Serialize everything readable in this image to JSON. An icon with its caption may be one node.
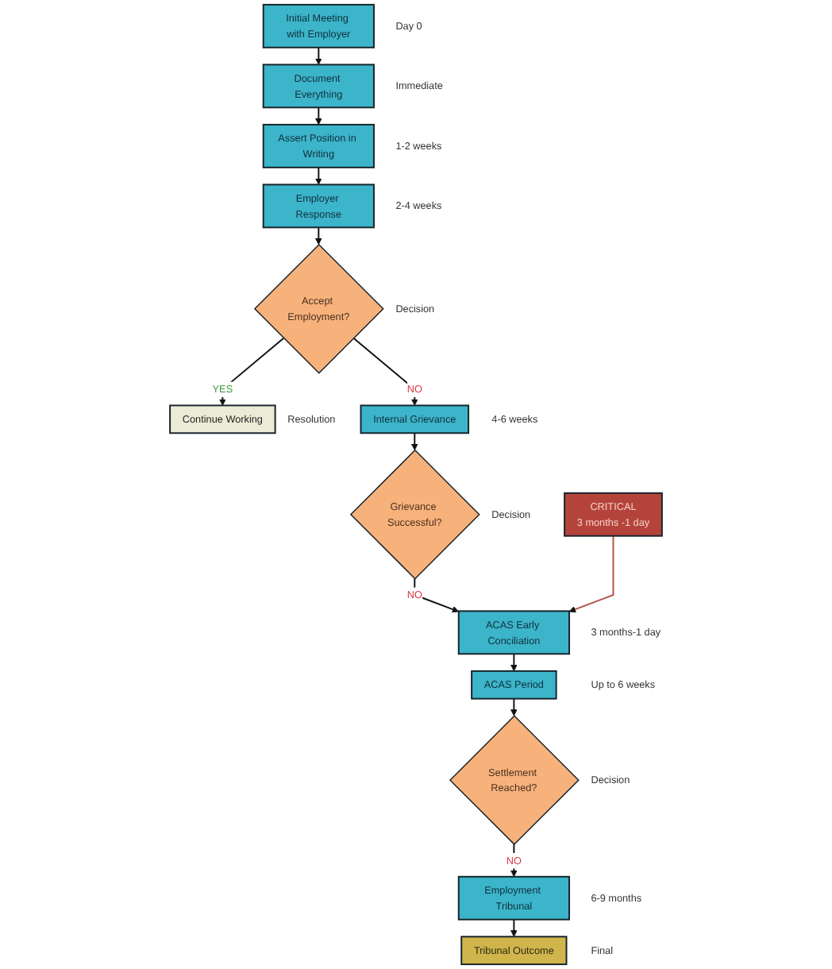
{
  "diagram": {
    "nodes": [
      {
        "text": [
          "Initial Meeting with Employer"
        ],
        "beside": [
          "Day 0"
        ]
      },
      {
        "text": [
          "Document Everything"
        ],
        "beside": [
          "Immediate"
        ]
      },
      {
        "text": [
          "Assert Position in Writing"
        ],
        "beside": [
          "1-2 weeks"
        ]
      },
      {
        "text": [
          "Employer Response"
        ],
        "beside": [
          "2-4 weeks"
        ]
      },
      {
        "text": [
          "Accept Employment?"
        ],
        "beside": [
          "Decision"
        ]
      },
      {
        "text": [
          "Continue Working"
        ],
        "beside": [
          "Resolution"
        ]
      },
      {
        "text": [
          "Internal Grievance"
        ],
        "beside": [
          "4-6 weeks"
        ]
      },
      {
        "text": [
          "Grievance Successful?"
        ],
        "beside": [
          "Decision"
        ]
      },
      {
        "text": [
          "CRITICAL",
          "3 months -1 day"
        ]
      },
      {
        "text": [
          "ACAS Early Conciliation"
        ],
        "beside": [
          "3 months-1 day"
        ]
      },
      {
        "text": [
          "ACAS Period"
        ],
        "beside": [
          "Up to 6 weeks"
        ]
      },
      {
        "text": [
          "Settlement Reached?"
        ],
        "beside": [
          "Decision"
        ]
      },
      {
        "text": [
          "Employment Tribunal"
        ],
        "beside": [
          "6-9 months"
        ]
      },
      {
        "text": [
          "Tribunal Outcome"
        ],
        "beside": [
          "Final"
        ]
      }
    ],
    "edges": [
      {
        "from": 0,
        "to": 1,
        "arrow": "to"
      },
      {
        "from": 1,
        "to": 2,
        "arrow": "to"
      },
      {
        "from": 2,
        "to": 3,
        "arrow": "to"
      },
      {
        "from": 3,
        "to": 4,
        "arrow": "to"
      },
      {
        "from": 4,
        "to": 6,
        "arrow": "to",
        "label": "NO"
      },
      {
        "from": 4,
        "to": 5,
        "arrow": "to",
        "label": "YES"
      },
      {
        "from": 6,
        "to": 7,
        "arrow": "to"
      },
      {
        "from": 7,
        "to": 9,
        "arrow": "to",
        "label": "NO"
      },
      {
        "from": 8,
        "to": 9,
        "arrow": "to",
        "color": "#b5534a"
      },
      {
        "from": 9,
        "to": 10,
        "arrow": "to"
      },
      {
        "from": 10,
        "to": 11,
        "arrow": "to"
      },
      {
        "from": 11,
        "to": 12,
        "arrow": "to",
        "label": "NO"
      },
      {
        "from": 12,
        "to": 13,
        "arrow": "to"
      }
    ]
  }
}
